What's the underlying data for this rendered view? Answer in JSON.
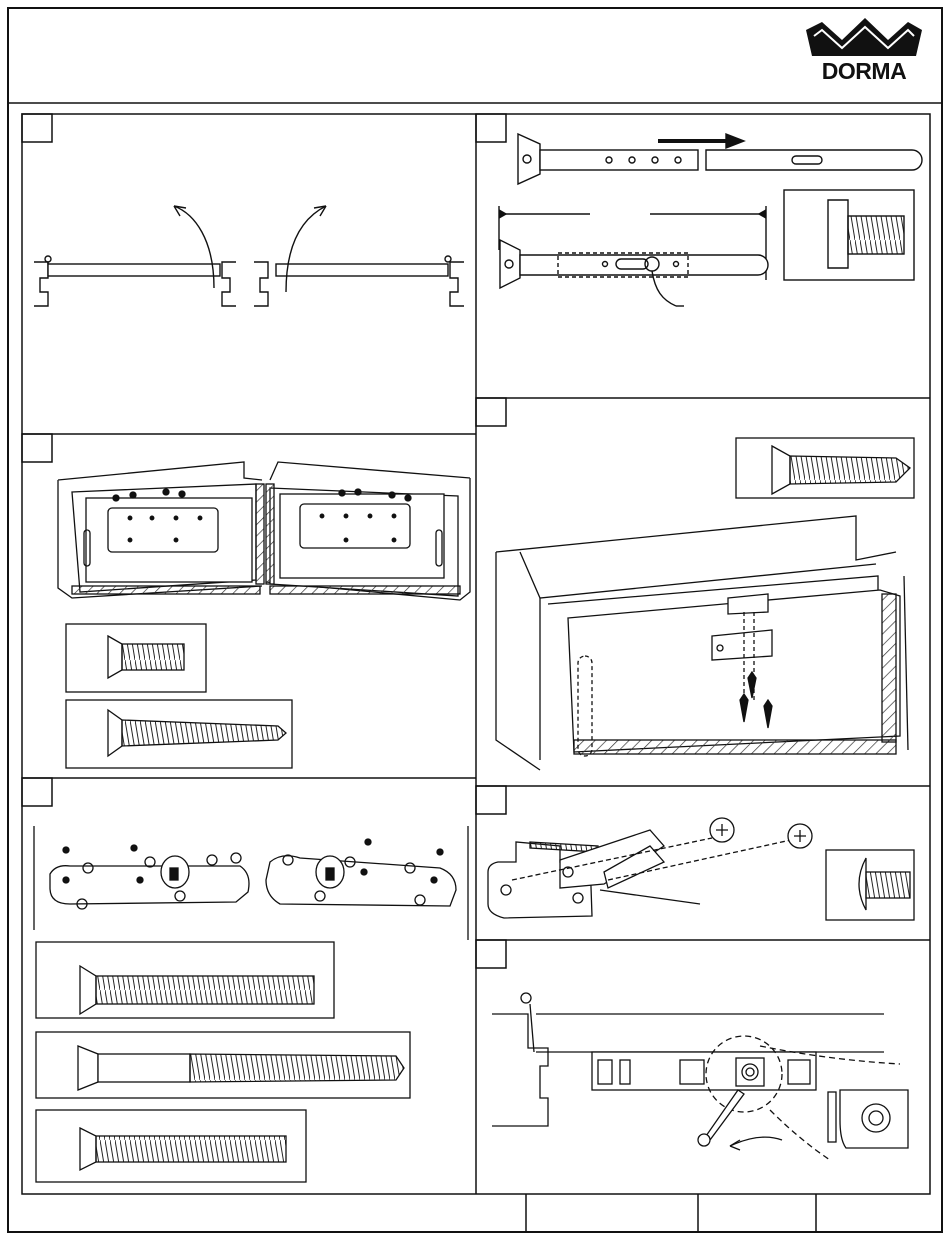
{
  "brand": {
    "name": "DORMA",
    "logo_icon": "dorma-crown-logo-icon"
  },
  "panels": [
    {
      "id": "1",
      "label": "",
      "content": "door-swing-diagram"
    },
    {
      "id": "2",
      "label": "",
      "content": "arm-assembly-diagram"
    },
    {
      "id": "3",
      "label": "",
      "content": "frame-mounting-diagram"
    },
    {
      "id": "4",
      "label": "",
      "content": "bracket-mounting-diagram"
    },
    {
      "id": "5",
      "label": "",
      "content": "closer-body-screws-diagram"
    },
    {
      "id": "6",
      "label": "",
      "content": "arm-connection-diagram"
    },
    {
      "id": "7",
      "label": "",
      "content": "adjustment-diagram"
    }
  ],
  "title_block": {
    "cells": [
      "",
      "",
      ""
    ]
  },
  "colors": {
    "ink": "#111111",
    "paper": "#ffffff",
    "hatch": "#444444"
  }
}
